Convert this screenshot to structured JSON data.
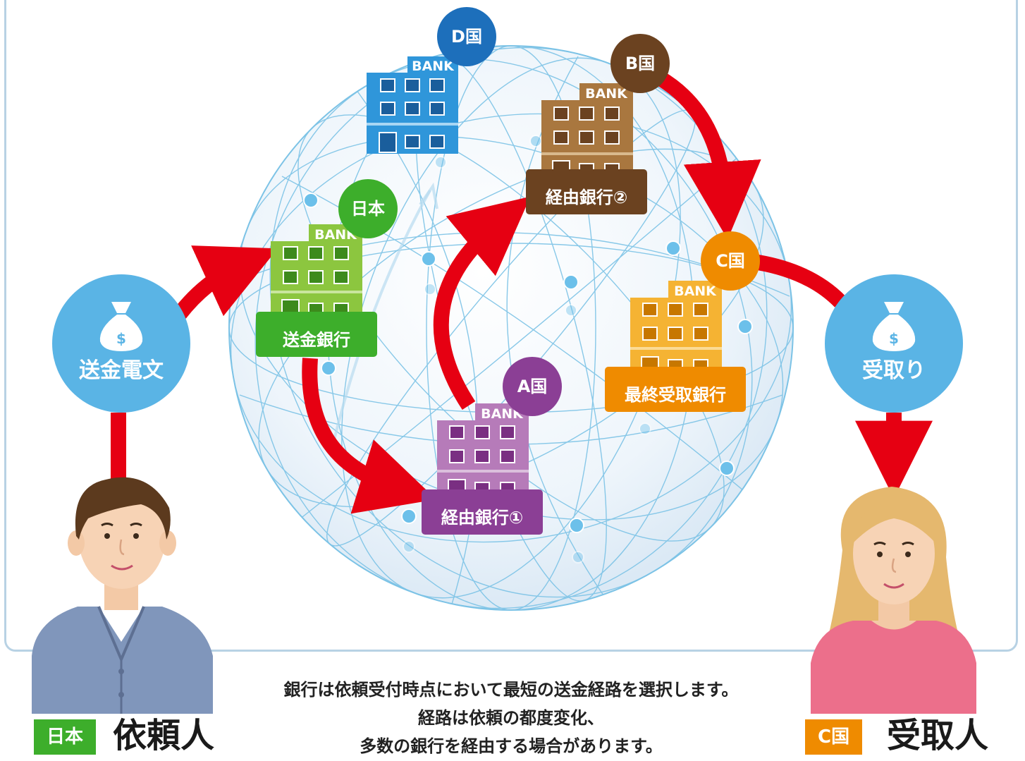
{
  "countries": {
    "d": "D国",
    "b": "B国",
    "japan": "日本",
    "c": "C国",
    "a": "A国"
  },
  "bank_word": "BANK",
  "banks": {
    "remit": "送金銀行",
    "relay1": "経由銀行①",
    "relay2": "経由銀行②",
    "final": "最終受取銀行"
  },
  "bubbles": {
    "send": "送金電文",
    "receive": "受取り",
    "money_symbol": "$"
  },
  "caption": {
    "line1": "銀行は依頼受付時点において最短の送金経路を選択します。",
    "line2": "経路は依頼の都度変化、",
    "line3": "多数の銀行を経由する場合があります。"
  },
  "requester": {
    "country": "日本",
    "role": "依頼人"
  },
  "recipient": {
    "country": "C国",
    "role": "受取人"
  },
  "colors": {
    "arrow": "#e60012",
    "bubble": "#5ab4e5",
    "japan": "#3dae2b",
    "bank_a": "#8b3f95",
    "bank_b": "#6b4220",
    "bank_c": "#ef8b00",
    "bank_d": "#1d6fbb"
  }
}
